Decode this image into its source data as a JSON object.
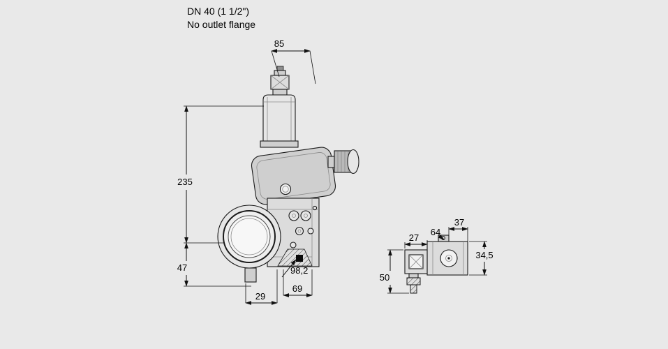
{
  "title": {
    "line1": "DN 40 (1 1/2\")",
    "line2": "No outlet flange"
  },
  "dimensions": {
    "front_view": {
      "top_width": "85",
      "total_height": "235",
      "lower_height": "47",
      "diagonal_depth": "98,2",
      "bottom_offset": "29",
      "bottom_width": "69"
    },
    "side_view": {
      "top_tab_width": "37",
      "body_width": "64",
      "connector_width": "27",
      "body_height": "34,5",
      "connector_height": "50"
    }
  },
  "colors": {
    "background": "#e9e9e9",
    "line": "#1a1a1a",
    "fill_light": "#dcdcdc"
  }
}
